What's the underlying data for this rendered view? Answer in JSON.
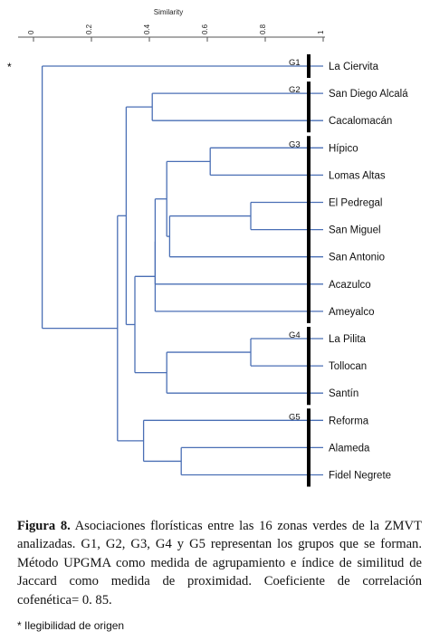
{
  "chart_data": {
    "type": "dendrogram",
    "axis_label": "Similarity",
    "axis_ticks": [
      0,
      0.2,
      0.4,
      0.6,
      0.8,
      1
    ],
    "axis_tick_labels": [
      "0",
      "0.2",
      "0.4",
      "0.6",
      "0.8",
      "1"
    ],
    "xlim": [
      0,
      1
    ],
    "asterisk": "*",
    "leaves": [
      "La Ciervita",
      "San Diego Alcalá",
      "Cacalomacán",
      "Hípico",
      "Lomas Altas",
      "El Pedregal",
      "San Miguel",
      "San Antonio",
      "Acazulco",
      "Ameyalco",
      "La Pilita",
      "Tollocan",
      "Santín",
      "Reforma",
      "Alameda",
      "Fidel Negrete"
    ],
    "merges": [
      {
        "a": "Hípico",
        "b": "Lomas Altas",
        "similarity": 0.61
      },
      {
        "a": "El Pedregal",
        "b": "San Miguel",
        "similarity": 0.75
      },
      {
        "a": "La Pilita",
        "b": "Tollocan",
        "similarity": 0.75
      },
      {
        "a": "Alameda",
        "b": "Fidel Negrete",
        "similarity": 0.51
      },
      {
        "a": "El Pedregal+San Miguel",
        "b": "San Antonio",
        "similarity": 0.47
      },
      {
        "a": "Hípico+Lomas Altas",
        "b": "El Pedregal+San Miguel+San Antonio",
        "similarity": 0.46
      },
      {
        "a": "cluster G3",
        "b": "Acazulco",
        "similarity": 0.42
      },
      {
        "a": "cluster G3+Acazulco",
        "b": "Ameyalco",
        "similarity": 0.42
      },
      {
        "a": "La Pilita+Tollocan",
        "b": "Santín",
        "similarity": 0.46
      },
      {
        "a": "Reforma",
        "b": "Alameda+Fidel Negrete",
        "similarity": 0.38
      },
      {
        "a": "San Diego Alcalá",
        "b": "Cacalomacán",
        "similarity": 0.41
      },
      {
        "a": "G3 group",
        "b": "G4 group",
        "similarity": 0.35
      },
      {
        "a": "G2 group",
        "b": "G3+G4 group",
        "similarity": 0.32
      },
      {
        "a": "G2+G3+G4",
        "b": "G5 group",
        "similarity": 0.29
      },
      {
        "a": "La Ciervita",
        "b": "all others",
        "similarity": 0.03
      }
    ],
    "groups": [
      {
        "name": "G1",
        "members": [
          "La Ciervita"
        ]
      },
      {
        "name": "G2",
        "members": [
          "San Diego Alcalá",
          "Cacalomacán"
        ]
      },
      {
        "name": "G3",
        "members": [
          "Hípico",
          "Lomas Altas",
          "El Pedregal",
          "San Miguel",
          "San Antonio",
          "Acazulco",
          "Ameyalco"
        ]
      },
      {
        "name": "G4",
        "members": [
          "La Pilita",
          "Tollocan",
          "Santín"
        ]
      },
      {
        "name": "G5",
        "members": [
          "Reforma",
          "Alameda",
          "Fidel Negrete"
        ]
      }
    ],
    "colors": {
      "branches": "#4a6fb5",
      "group_bars": "#000000"
    }
  },
  "caption": {
    "label": "Figura 8.",
    "text": " Asociaciones florísticas entre las 16 zonas verdes de la ZMVT analizadas. G1, G2, G3, G4 y G5 representan los grupos que se forman. Método UPGMA como medida de agrupamiento e índice de similitud de Jaccard como medida de proximidad. Coeficiente de correlación cofenética= 0. 85."
  },
  "note": "* Ilegibilidad de origen"
}
